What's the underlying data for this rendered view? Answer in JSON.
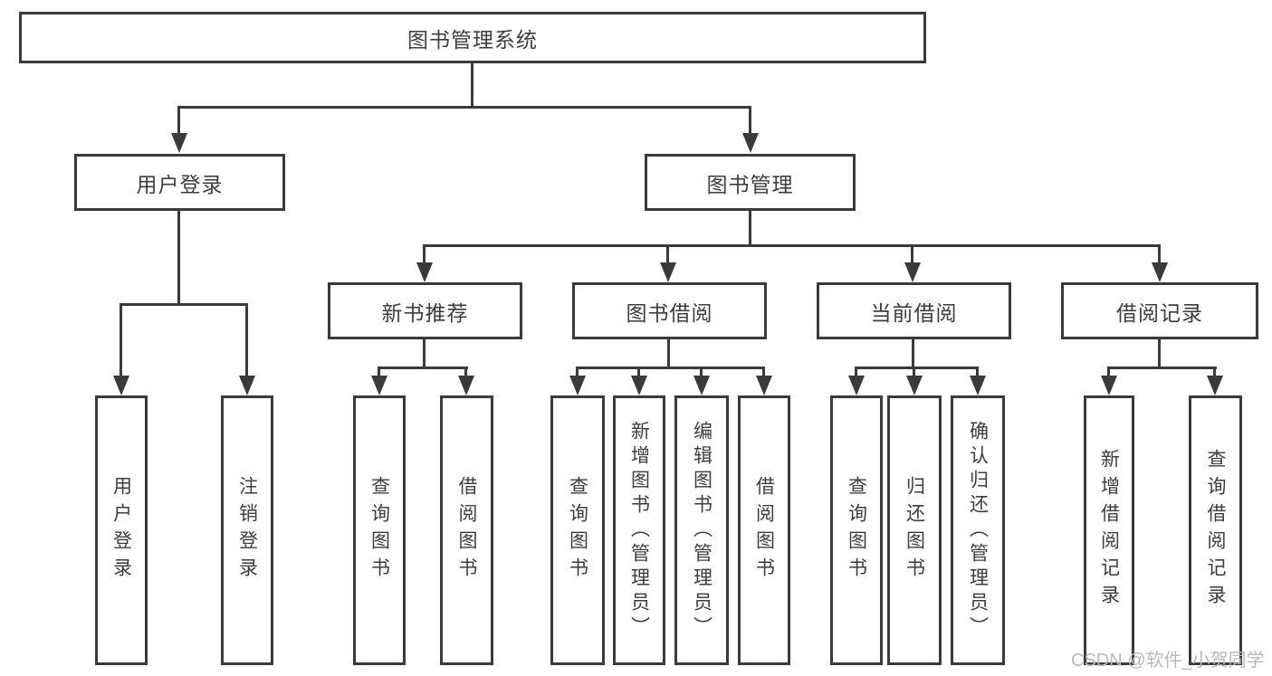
{
  "diagram_title": "图书管理系统",
  "watermark": "CSDN @软件_小贺同学",
  "colors": {
    "line": "#3a3a3a",
    "text": "#3d3d3d",
    "watermark": "#b9b9b9",
    "background": "#ffffff"
  },
  "nodes": {
    "root": "图书管理系统",
    "user_login": "用户登录",
    "book_management": "图书管理",
    "new_book_recommend": "新书推荐",
    "book_borrowing": "图书借阅",
    "current_borrowing": "当前借阅",
    "borrowing_records": "借阅记录",
    "leaf_user_login": "用户登录",
    "leaf_logout": "注销登录",
    "leaf_query_books_1": "查询图书",
    "leaf_borrow_books_1": "借阅图书",
    "leaf_query_books_2": "查询图书",
    "leaf_add_book_admin": "新增图书（管理员）",
    "leaf_edit_book_admin": "编辑图书（管理员）",
    "leaf_borrow_books_2": "借阅图书",
    "leaf_query_books_3": "查询图书",
    "leaf_return_book": "归还图书",
    "leaf_confirm_return_admin": "确认归还（管理员）",
    "leaf_add_borrow_record": "新增借阅记录",
    "leaf_query_borrow_record": "查询借阅记录"
  },
  "tree": {
    "label": "图书管理系统",
    "children": [
      {
        "label": "用户登录",
        "children": [
          {
            "label": "用户登录"
          },
          {
            "label": "注销登录"
          }
        ]
      },
      {
        "label": "图书管理",
        "children": [
          {
            "label": "新书推荐",
            "children": [
              {
                "label": "查询图书"
              },
              {
                "label": "借阅图书"
              }
            ]
          },
          {
            "label": "图书借阅",
            "children": [
              {
                "label": "查询图书"
              },
              {
                "label": "新增图书（管理员）"
              },
              {
                "label": "编辑图书（管理员）"
              },
              {
                "label": "借阅图书"
              }
            ]
          },
          {
            "label": "当前借阅",
            "children": [
              {
                "label": "查询图书"
              },
              {
                "label": "归还图书"
              },
              {
                "label": "确认归还（管理员）"
              }
            ]
          },
          {
            "label": "借阅记录",
            "children": [
              {
                "label": "新增借阅记录"
              },
              {
                "label": "查询借阅记录"
              }
            ]
          }
        ]
      }
    ]
  }
}
